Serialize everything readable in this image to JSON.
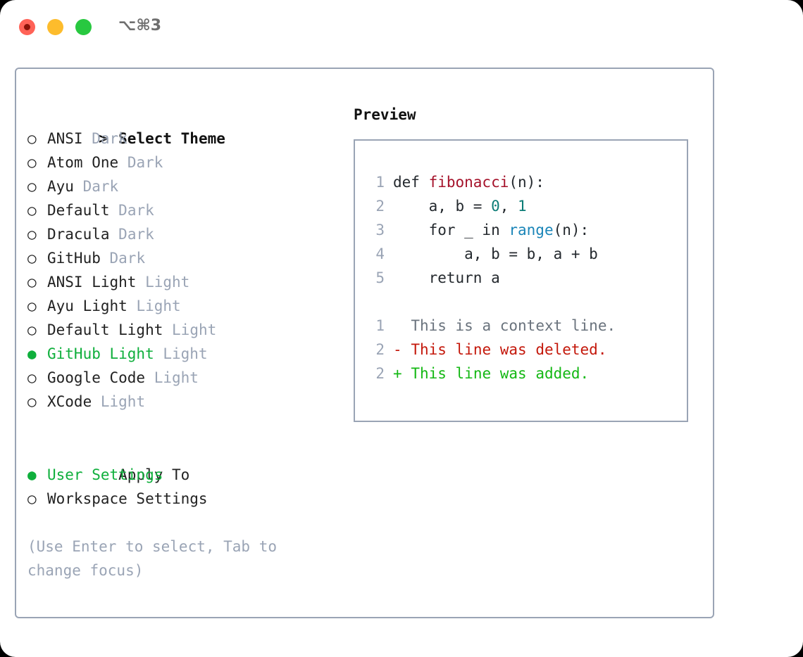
{
  "window": {
    "shortcut": "⌥⌘3",
    "traffic_lights": [
      {
        "name": "close",
        "color": "#FF6257"
      },
      {
        "name": "minimize",
        "color": "#FDBC2C"
      },
      {
        "name": "maximize",
        "color": "#28C840"
      }
    ],
    "border_color": "#9aa4b5"
  },
  "theme_picker": {
    "header_marker": ">",
    "header": "Select Theme",
    "items": [
      {
        "marker": "○",
        "label": "ANSI",
        "badge": "Dark",
        "selected": false
      },
      {
        "marker": "○",
        "label": "Atom One",
        "badge": "Dark",
        "selected": false
      },
      {
        "marker": "○",
        "label": "Ayu",
        "badge": "Dark",
        "selected": false
      },
      {
        "marker": "○",
        "label": "Default",
        "badge": "Dark",
        "selected": false
      },
      {
        "marker": "○",
        "label": "Dracula",
        "badge": "Dark",
        "selected": false
      },
      {
        "marker": "○",
        "label": "GitHub",
        "badge": "Dark",
        "selected": false
      },
      {
        "marker": "○",
        "label": "ANSI Light",
        "badge": "Light",
        "selected": false
      },
      {
        "marker": "○",
        "label": "Ayu Light",
        "badge": "Light",
        "selected": false
      },
      {
        "marker": "○",
        "label": "Default Light",
        "badge": "Light",
        "selected": false
      },
      {
        "marker": "●",
        "label": "GitHub Light",
        "badge": "Light",
        "selected": true
      },
      {
        "marker": "○",
        "label": "Google Code",
        "badge": "Light",
        "selected": false
      },
      {
        "marker": "○",
        "label": "XCode",
        "badge": "Light",
        "selected": false
      }
    ]
  },
  "apply_to": {
    "title": "Apply To",
    "items": [
      {
        "marker": "●",
        "label": "User Settings",
        "selected": true
      },
      {
        "marker": "○",
        "label": "Workspace Settings",
        "selected": false
      }
    ]
  },
  "hint": "(Use Enter to select, Tab to change focus)",
  "preview": {
    "title": "Preview",
    "code_lines": [
      {
        "no": "1",
        "segments": [
          {
            "t": "def ",
            "c": "kw"
          },
          {
            "t": "fibonacci",
            "c": "fnname"
          },
          {
            "t": "(n):",
            "c": "kw"
          }
        ]
      },
      {
        "no": "2",
        "segments": [
          {
            "t": "    a, b = ",
            "c": "kw"
          },
          {
            "t": "0",
            "c": "num"
          },
          {
            "t": ", ",
            "c": "kw"
          },
          {
            "t": "1",
            "c": "num"
          }
        ]
      },
      {
        "no": "3",
        "segments": [
          {
            "t": "    for _ in ",
            "c": "kw"
          },
          {
            "t": "range",
            "c": "builtin"
          },
          {
            "t": "(n):",
            "c": "kw"
          }
        ]
      },
      {
        "no": "4",
        "segments": [
          {
            "t": "        a, b = b, a + b",
            "c": "kw"
          }
        ]
      },
      {
        "no": "5",
        "segments": [
          {
            "t": "    return a",
            "c": "kw"
          }
        ]
      }
    ],
    "diff_lines": [
      {
        "no": "1",
        "sign": " ",
        "text": "This is a context line.",
        "kind": "d-context"
      },
      {
        "no": "2",
        "sign": "-",
        "text": "This line was deleted.",
        "kind": "d-del"
      },
      {
        "no": "2",
        "sign": "+",
        "text": "This line was added.",
        "kind": "d-add"
      }
    ]
  },
  "colors": {
    "accent_green": "#0FAF3C",
    "muted": "#9aa4b5",
    "diff_add": "#14B814",
    "diff_del": "#C4180B",
    "syntax_function": "#A5122A",
    "syntax_number": "#0B7C76",
    "syntax_builtin": "#1A85B8"
  }
}
